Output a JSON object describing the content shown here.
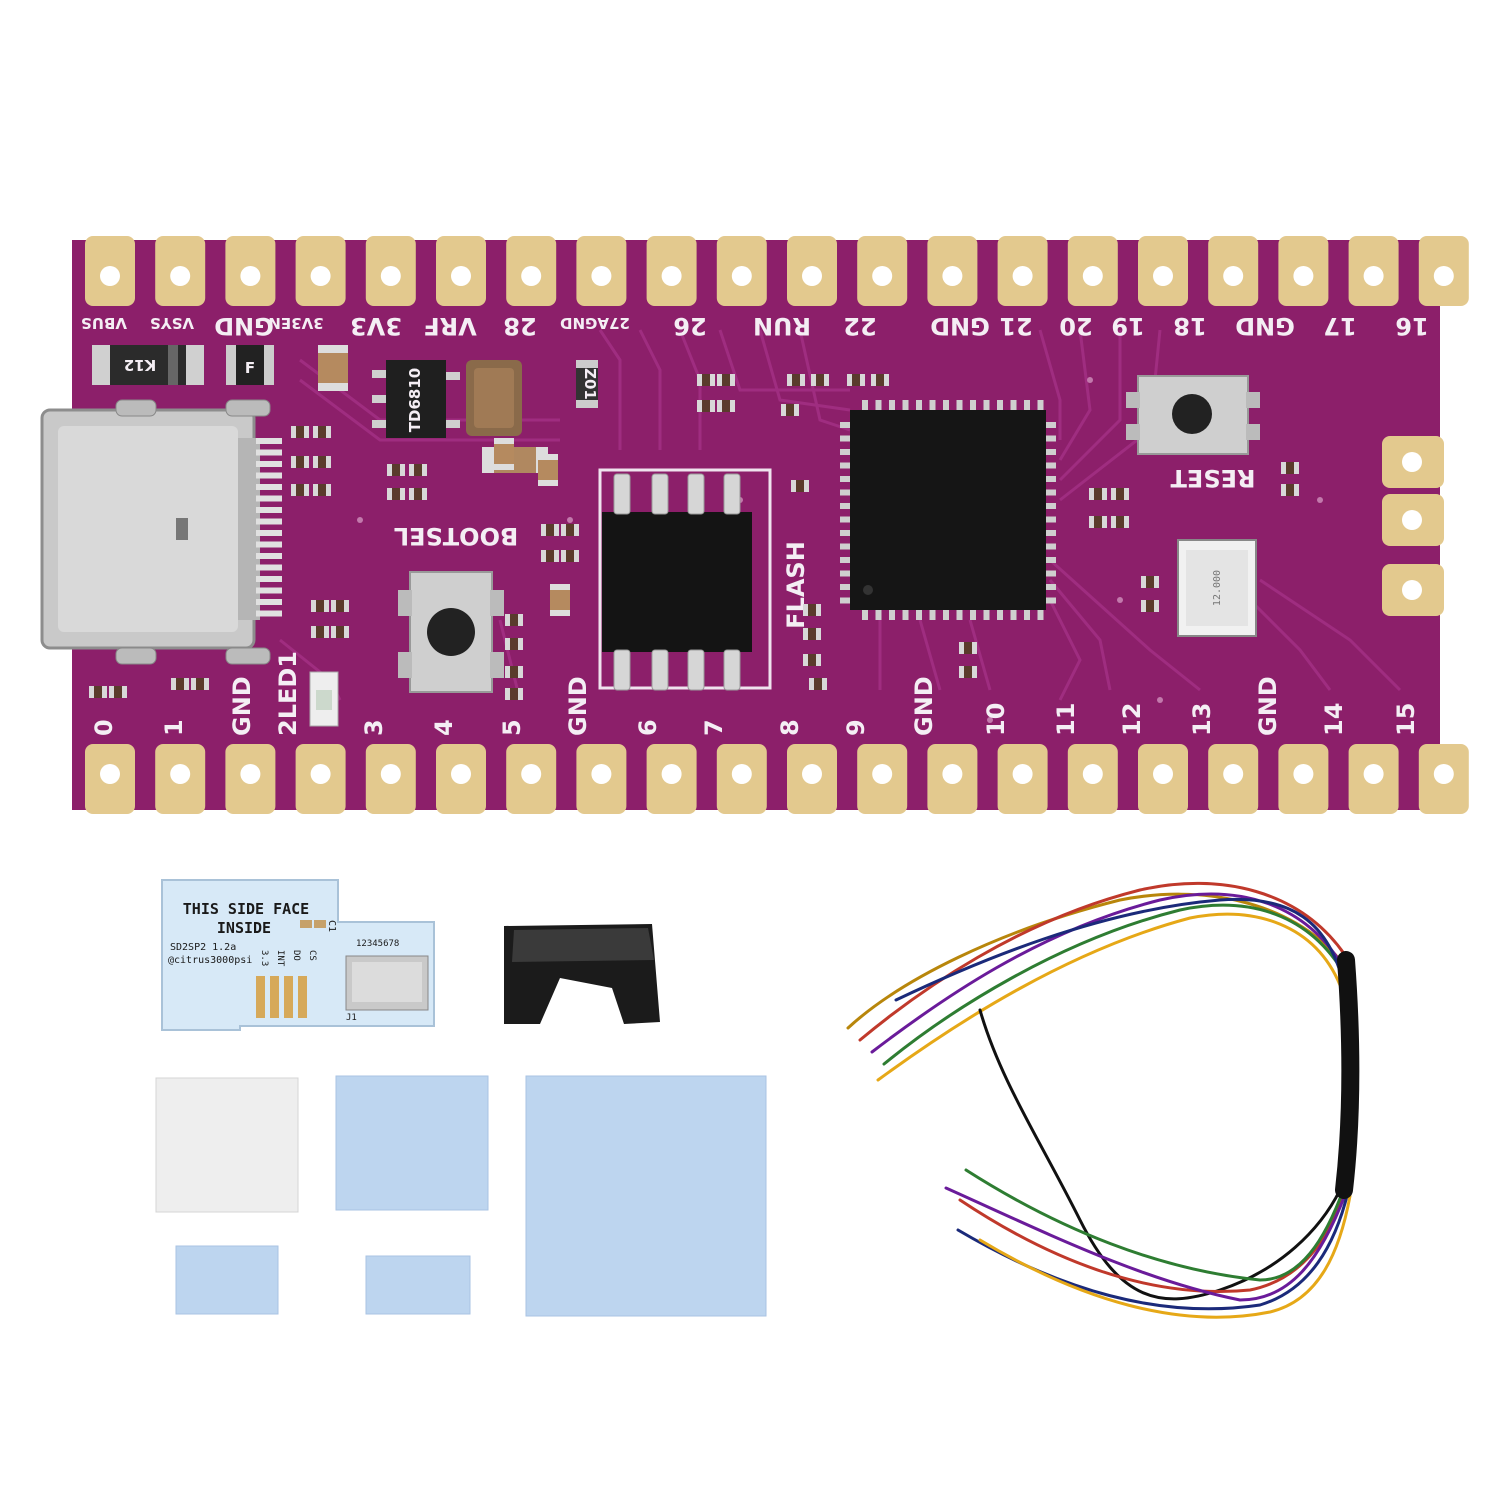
{
  "board": {
    "top_labels": [
      "VBUS",
      "VSYS",
      "GND",
      "3V3EN",
      "3V3",
      "VRF",
      "28",
      "27AGND",
      "26",
      "RUN",
      "22",
      "GND",
      "21",
      "20",
      "19",
      "18",
      "GND",
      "17",
      "16"
    ],
    "bottom_labels": [
      "0",
      "1",
      "GND",
      "2LED1",
      "3",
      "4",
      "5",
      "GND",
      "6",
      "7",
      "8",
      "9",
      "GND",
      "10",
      "11",
      "12",
      "13",
      "GND",
      "14",
      "15"
    ],
    "flash_label": "FLASH",
    "bootsel_label": "BOOTSEL",
    "reset_label": "RESET",
    "gnd_small_label": "GND",
    "diode_mark": "K12",
    "fuse_mark": "F",
    "regulator_mark": "TD6810",
    "crystal_mark": "12.000",
    "cap_mark": "Z01"
  },
  "adapter": {
    "line1": "THIS SIDE FACE",
    "line2": "INSIDE",
    "cl": "C1",
    "model": "SD2SP2 1.2a",
    "author": "@citrus3000psi",
    "pins": "12345678",
    "signals": [
      "3.3",
      "INT",
      "DO",
      "CS"
    ],
    "j1": "J1"
  },
  "colors": {
    "pcb": "#8c1f6a",
    "pad": "#e3c98e",
    "thermal_pad": "#bdd5ef",
    "adapter": "#d7e9f7"
  }
}
